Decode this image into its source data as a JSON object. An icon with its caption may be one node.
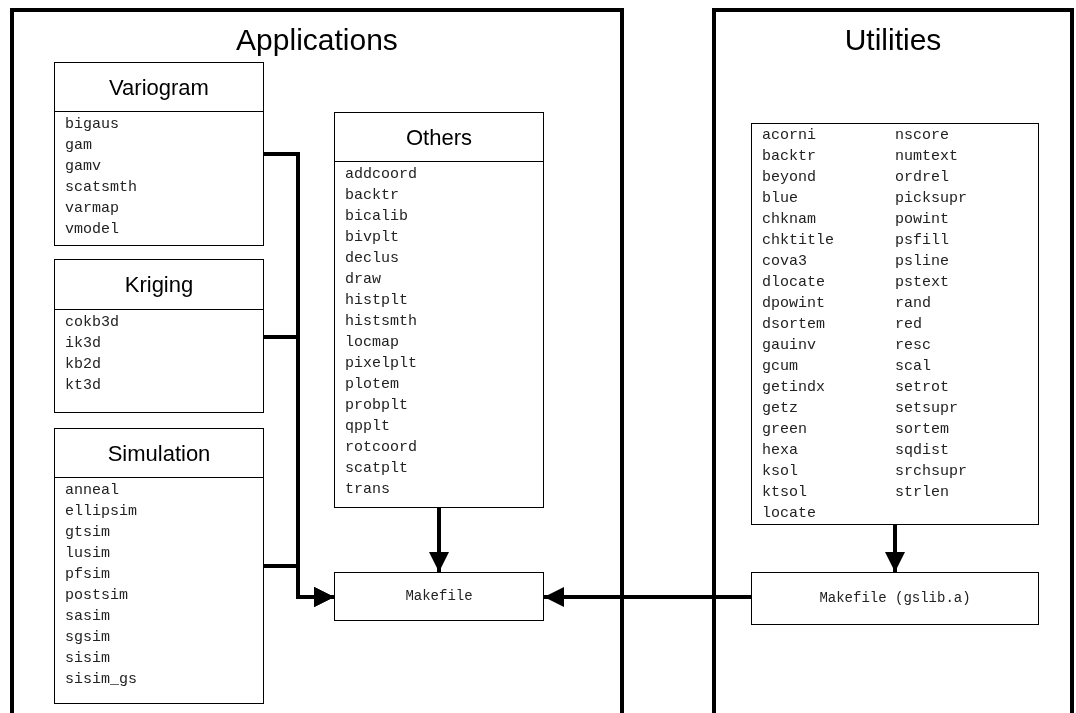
{
  "diagram": {
    "nodes": [
      {
        "text": [
          "Applications"
        ]
      },
      {
        "text": [
          "Variogram",
          "bigaus",
          "gam",
          "gamv",
          "scatsmth",
          "varmap",
          "vmodel"
        ],
        "in": 0
      },
      {
        "text": [
          "Kriging",
          "cokb3d",
          "ik3d",
          "kb2d",
          "kt3d"
        ],
        "in": 0
      },
      {
        "text": [
          "Simulation",
          "anneal",
          "ellipsim",
          "gtsim",
          "lusim",
          "pfsim",
          "postsim",
          "sasim",
          "sgsim",
          "sisim",
          "sisim_gs"
        ],
        "in": 0
      },
      {
        "text": [
          "Others",
          "addcoord",
          "backtr",
          "bicalib",
          "bivplt",
          "declus",
          "draw",
          "histplt",
          "histsmth",
          "locmap",
          "pixelplt",
          "plotem",
          "probplt",
          "qpplt",
          "rotcoord",
          "scatplt",
          "trans"
        ],
        "in": 0
      },
      {
        "text": [
          "Makefile"
        ],
        "in": 0
      },
      {
        "text": [
          "Utilities"
        ]
      },
      {
        "text": [
          "acorni",
          "backtr",
          "beyond",
          "blue",
          "chknam",
          "chktitle",
          "cova3",
          "dlocate",
          "dpowint",
          "dsortem",
          "gauinv",
          "gcum",
          "getindx",
          "getz",
          "green",
          "hexa",
          "ksol",
          "ktsol",
          "locate",
          "nscore",
          "numtext",
          "ordrel",
          "picksupr",
          "powint",
          "psfill",
          "psline",
          "pstext",
          "rand",
          "red",
          "resc",
          "scal",
          "setrot",
          "setsupr",
          "sortem",
          "sqdist",
          "srchsupr",
          "strlen"
        ],
        "in": 6
      },
      {
        "text": [
          "Makefile (gslib.a)"
        ],
        "in": 6
      }
    ],
    "edges": [
      {
        "from": 1,
        "to": 5,
        "arrow": "to"
      },
      {
        "from": 2,
        "to": 5,
        "arrow": "to"
      },
      {
        "from": 3,
        "to": 5,
        "arrow": "to"
      },
      {
        "from": 4,
        "to": 5,
        "arrow": "to"
      },
      {
        "from": 7,
        "to": 8,
        "arrow": "to"
      },
      {
        "from": 8,
        "to": 5,
        "arrow": "to"
      }
    ]
  }
}
